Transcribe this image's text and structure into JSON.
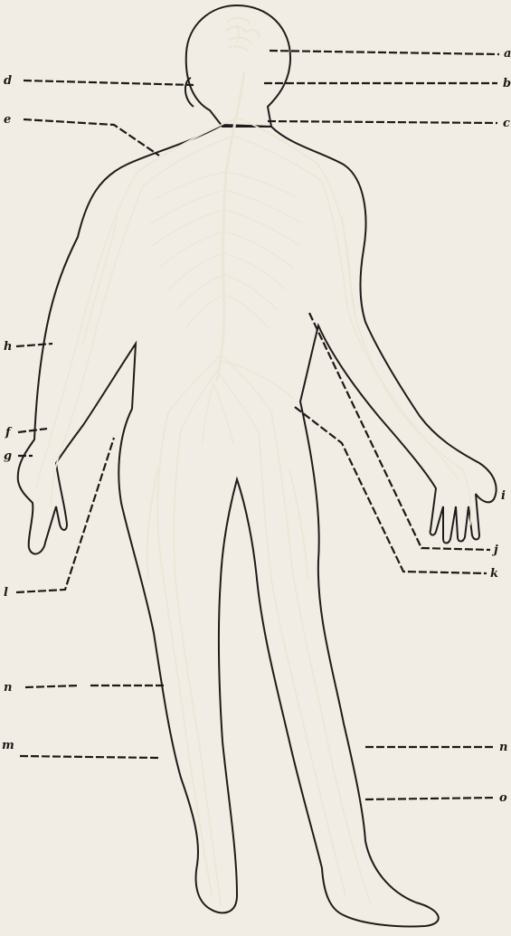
{
  "figure": {
    "subject": "human-nervous-system-posterior-view",
    "colors": {
      "paper": "#f1ede4",
      "body": "#3a3632",
      "nerve": "#ece6d6",
      "ink": "#1c1a18"
    },
    "labels": {
      "a": "a",
      "b": "b",
      "c": "c",
      "d": "d",
      "e": "e",
      "f": "f",
      "g": "g",
      "h": "h",
      "i": "i",
      "j": "j",
      "k": "k",
      "l": "l",
      "n_left": "n",
      "m": "m",
      "n_right": "n",
      "o": "o"
    }
  }
}
